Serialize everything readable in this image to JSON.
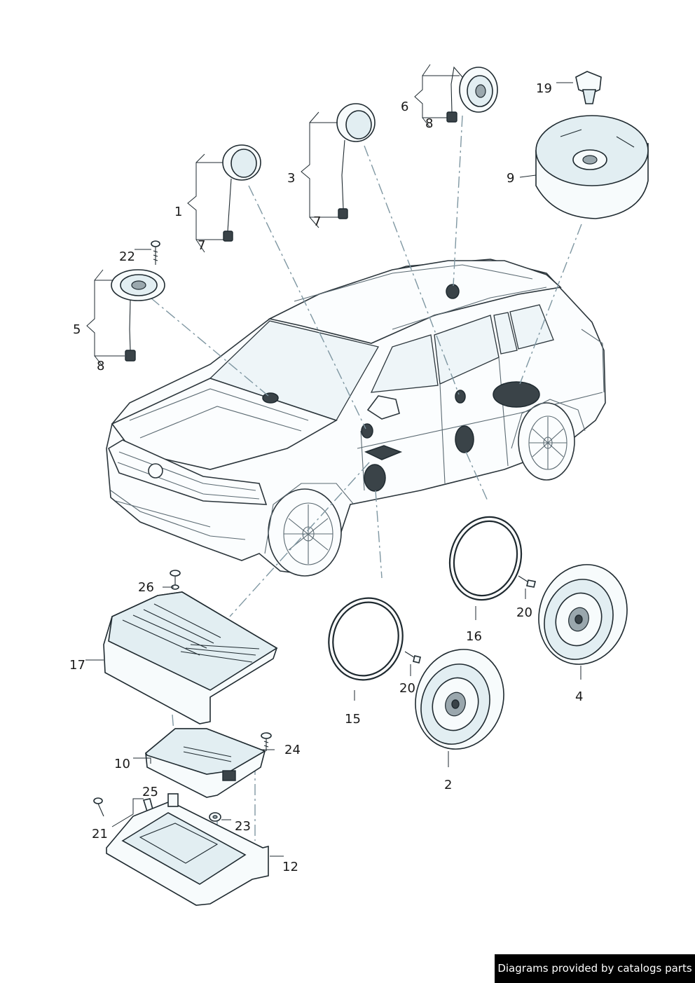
{
  "labels": {
    "l1": "1",
    "l2": "2",
    "l3": "3",
    "l4": "4",
    "l5": "5",
    "l6": "6",
    "l7a": "7",
    "l7b": "7",
    "l8a": "8",
    "l8b": "8",
    "l9": "9",
    "l10": "10",
    "l12": "12",
    "l15": "15",
    "l16": "16",
    "l17": "17",
    "l19": "19",
    "l20a": "20",
    "l20b": "20",
    "l21": "21",
    "l22": "22",
    "l23": "23",
    "l24": "24",
    "l25": "25",
    "l26": "26"
  },
  "credit": "Diagrams provided by catalogs parts",
  "colors": {
    "line": "#1f2a30",
    "dash": "#7f97a2",
    "spot": "#3a4348",
    "panel_fill": "#e2eef2"
  }
}
